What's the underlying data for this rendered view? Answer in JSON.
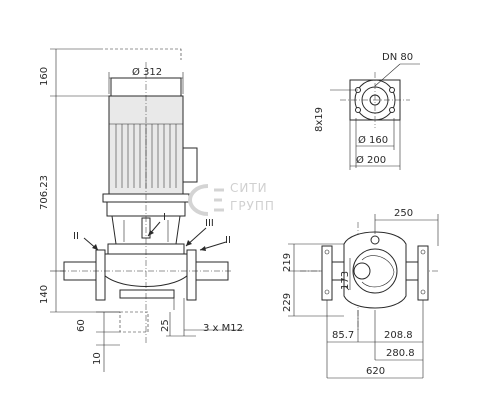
{
  "dimensions": {
    "motor_height": "160",
    "body_height": "706.23",
    "lower_height": "140",
    "base_60": "60",
    "base_10": "10",
    "bolt_25": "25",
    "bolts": "3 x M12",
    "motor_diameter": "Ø 312",
    "flange_dn": "DN 80",
    "flange_holes": "8x19",
    "flange_d160": "Ø 160",
    "flange_d200": "Ø 200",
    "top_250": "250",
    "side_219": "219",
    "side_229": "229",
    "radius_173": "173",
    "b_85_7": "85.7",
    "b_208_8": "208.8",
    "b_280_8": "280.8",
    "total_620": "620",
    "roman_II_left": "II",
    "roman_I": "I",
    "roman_III": "III",
    "roman_II_right": "II"
  },
  "watermark": {
    "line1": "СИТИ",
    "line2": "ГРУПП"
  }
}
